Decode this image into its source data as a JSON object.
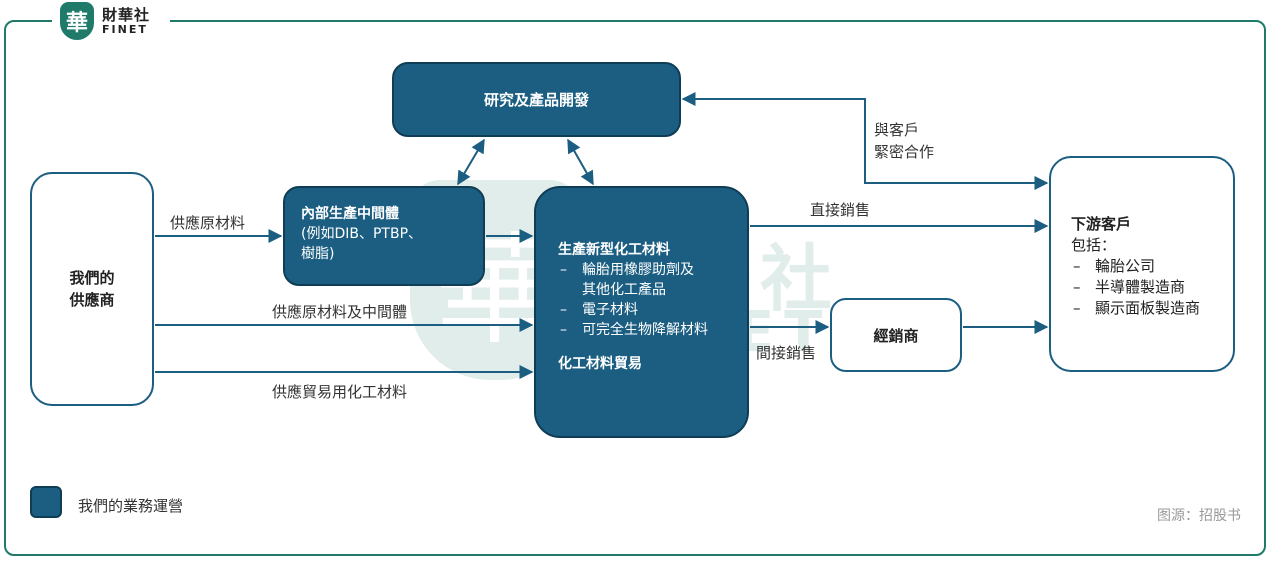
{
  "logo": {
    "mark": "華",
    "cn": "財華社",
    "en": "FINET"
  },
  "nodes": {
    "rd": "研究及產品開發",
    "supplier": [
      "我們的",
      "供應商"
    ],
    "intermediate": {
      "title": "內部生產中間體",
      "lines": [
        "(例如DIB、PTBP、",
        "樹脂)"
      ]
    },
    "core": {
      "title": "生產新型化工材料",
      "items": [
        [
          "輪胎用橡膠助劑及",
          "其他化工產品"
        ],
        [
          "電子材料"
        ],
        [
          "可完全生物降解材料"
        ]
      ],
      "trade": "化工材料貿易"
    },
    "distributor": "經銷商",
    "customer": {
      "title": "下游客戶",
      "intro": "包括：",
      "items": [
        "輪胎公司",
        "半導體製造商",
        "顯示面板製造商"
      ]
    }
  },
  "edges": {
    "supply_raw": "供應原材料",
    "supply_raw_inter": "供應原材料及中間體",
    "supply_trade": "供應貿易用化工材料",
    "direct_sales": "直接銷售",
    "indirect_sales": "間接銷售",
    "cooperation": [
      "與客戶",
      "緊密合作"
    ]
  },
  "legend": {
    "text": "我們的業務運營"
  },
  "source": "图源：招股书",
  "colors": {
    "accent": "#1b5e82",
    "frame": "#1f7a6a"
  }
}
